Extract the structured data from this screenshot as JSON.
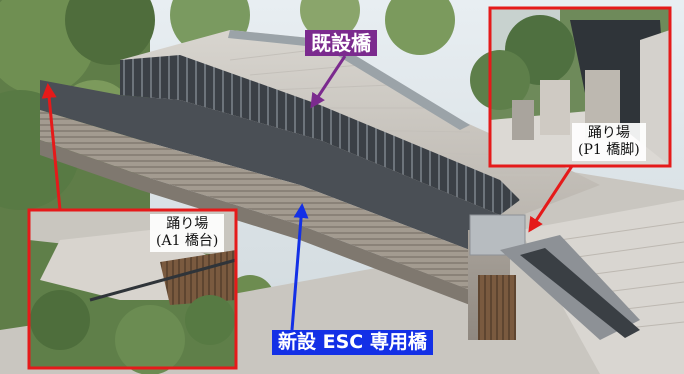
{
  "callouts": {
    "existing_bridge": {
      "text": "既設橋",
      "color": "#7b2a8e"
    },
    "new_bridge": {
      "text": "新設 ESC 専用橋",
      "color": "#1330e6"
    },
    "landing_p1": {
      "line1": "踊り場",
      "line2": "(P1 橋脚)"
    },
    "landing_a1": {
      "line1": "踊り場",
      "line2": "(A1 橋台)"
    }
  },
  "colors": {
    "highlight_frame": "#e51a1a",
    "existing_pointer": "#7b2a8e",
    "new_pointer": "#1330e6"
  }
}
